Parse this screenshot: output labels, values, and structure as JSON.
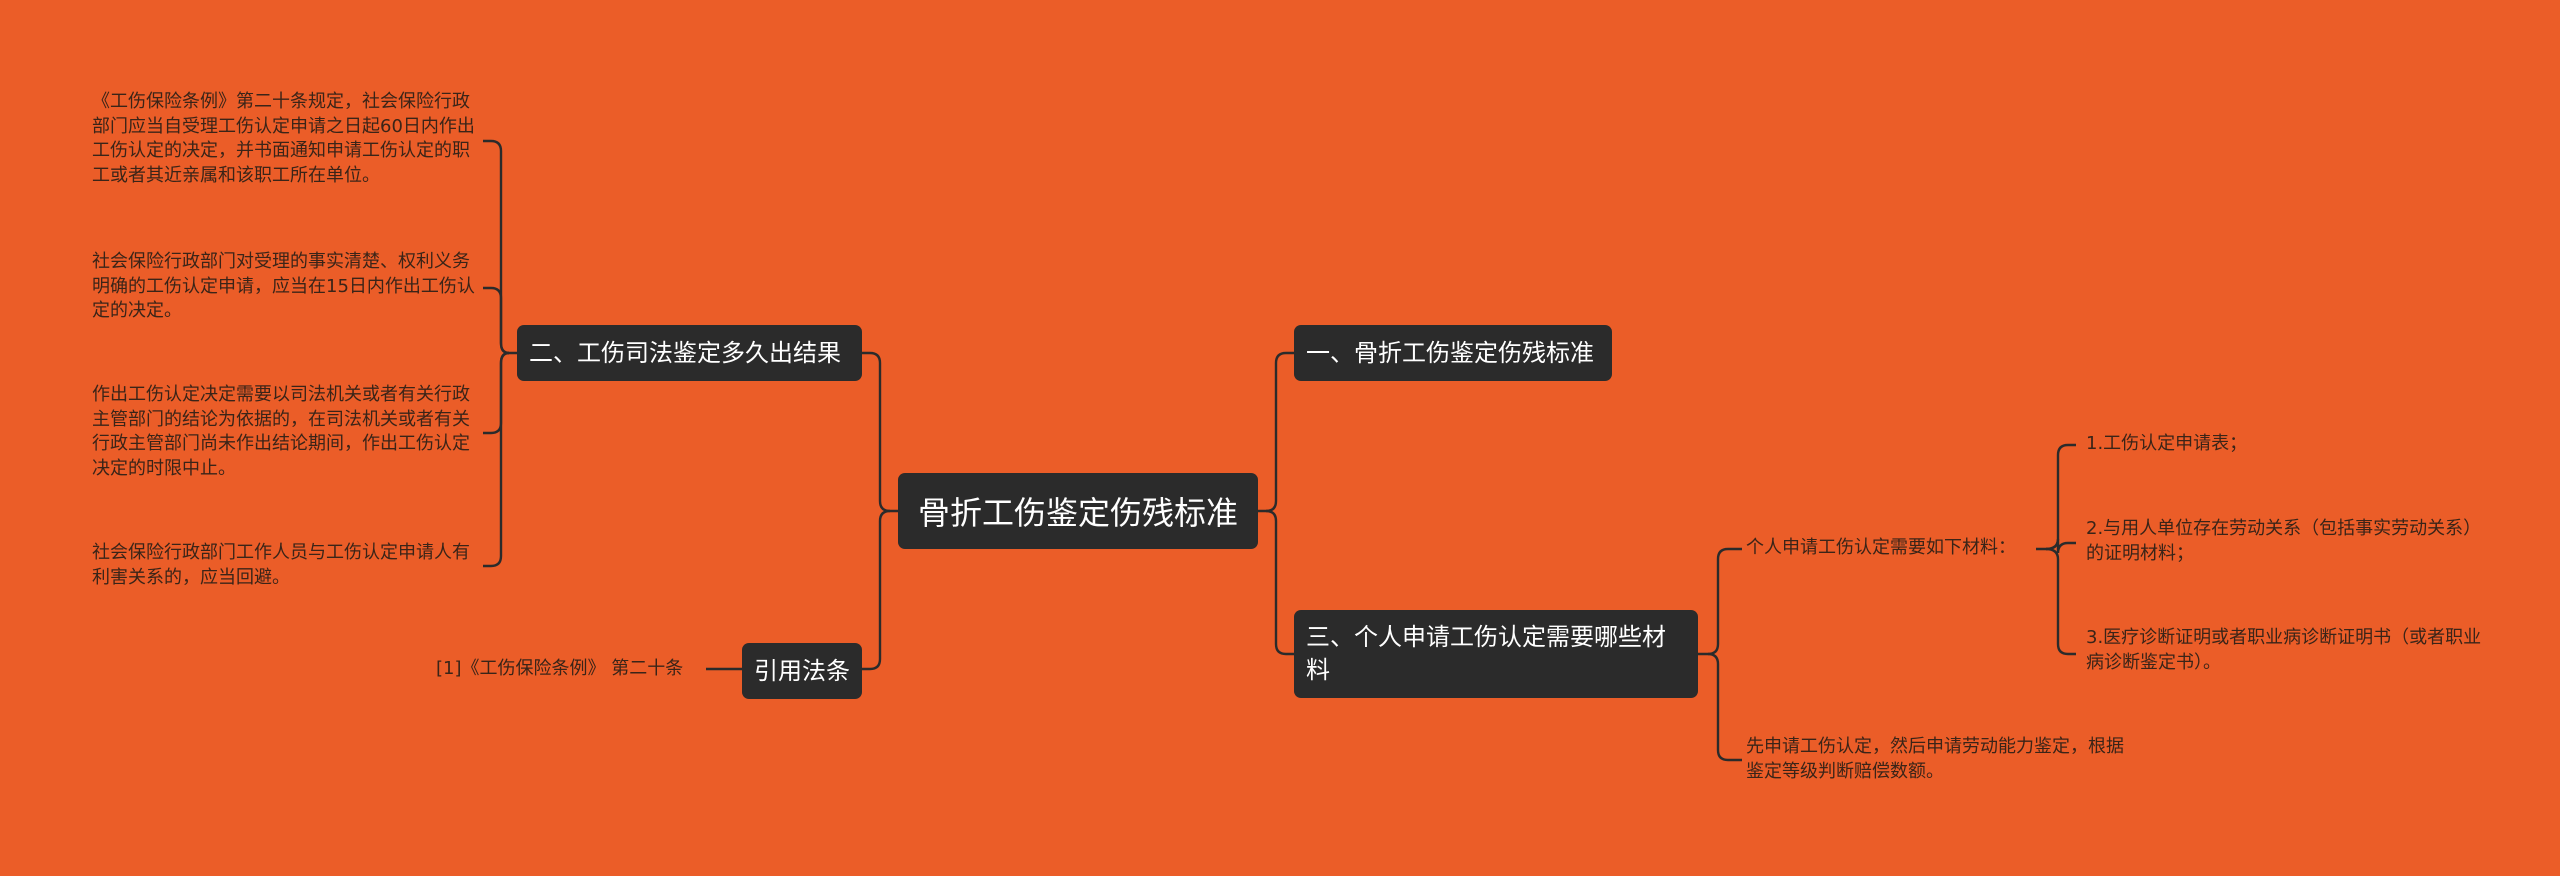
{
  "root": {
    "label": "骨折工伤鉴定伤残标准"
  },
  "branches": {
    "b1": {
      "label": "一、骨折工伤鉴定伤残标准"
    },
    "b2": {
      "label": "二、工伤司法鉴定多久出结果"
    },
    "b3": {
      "label": "三、个人申请工伤认定需要哪些材料"
    },
    "b4": {
      "label": "引用法条"
    }
  },
  "b2_details": [
    "《工伤保险条例》第二十条规定，社会保险行政部门应当自受理工伤认定申请之日起60日内作出工伤认定的决定，并书面通知申请工伤认定的职工或者其近亲属和该职工所在单位。",
    "社会保险行政部门对受理的事实清楚、权利义务明确的工伤认定申请，应当在15日内作出工伤认定的决定。",
    "作出工伤认定决定需要以司法机关或者有关行政主管部门的结论为依据的，在司法机关或者有关行政主管部门尚未作出结论期间，作出工伤认定决定的时限中止。",
    "社会保险行政部门工作人员与工伤认定申请人有利害关系的，应当回避。"
  ],
  "b4_details": [
    "[1]《工伤保险条例》 第二十条"
  ],
  "b3_details": {
    "materials_intro": "个人申请工伤认定需要如下材料：",
    "materials": [
      "1.工伤认定申请表；",
      "2.与用人单位存在劳动关系（包括事实劳动关系）的证明材料；",
      "3.医疗诊断证明或者职业病诊断证明书（或者职业病诊断鉴定书）。"
    ],
    "procedure": "先申请工伤认定，然后申请劳动能力鉴定，根据鉴定等级判断赔偿数额。"
  },
  "colors": {
    "background": "#EB5D28",
    "node_fill": "#2B2B2B",
    "node_text": "#FFFFFF",
    "leaf_text": "#3A2418",
    "connector": "#2B2B2B"
  }
}
